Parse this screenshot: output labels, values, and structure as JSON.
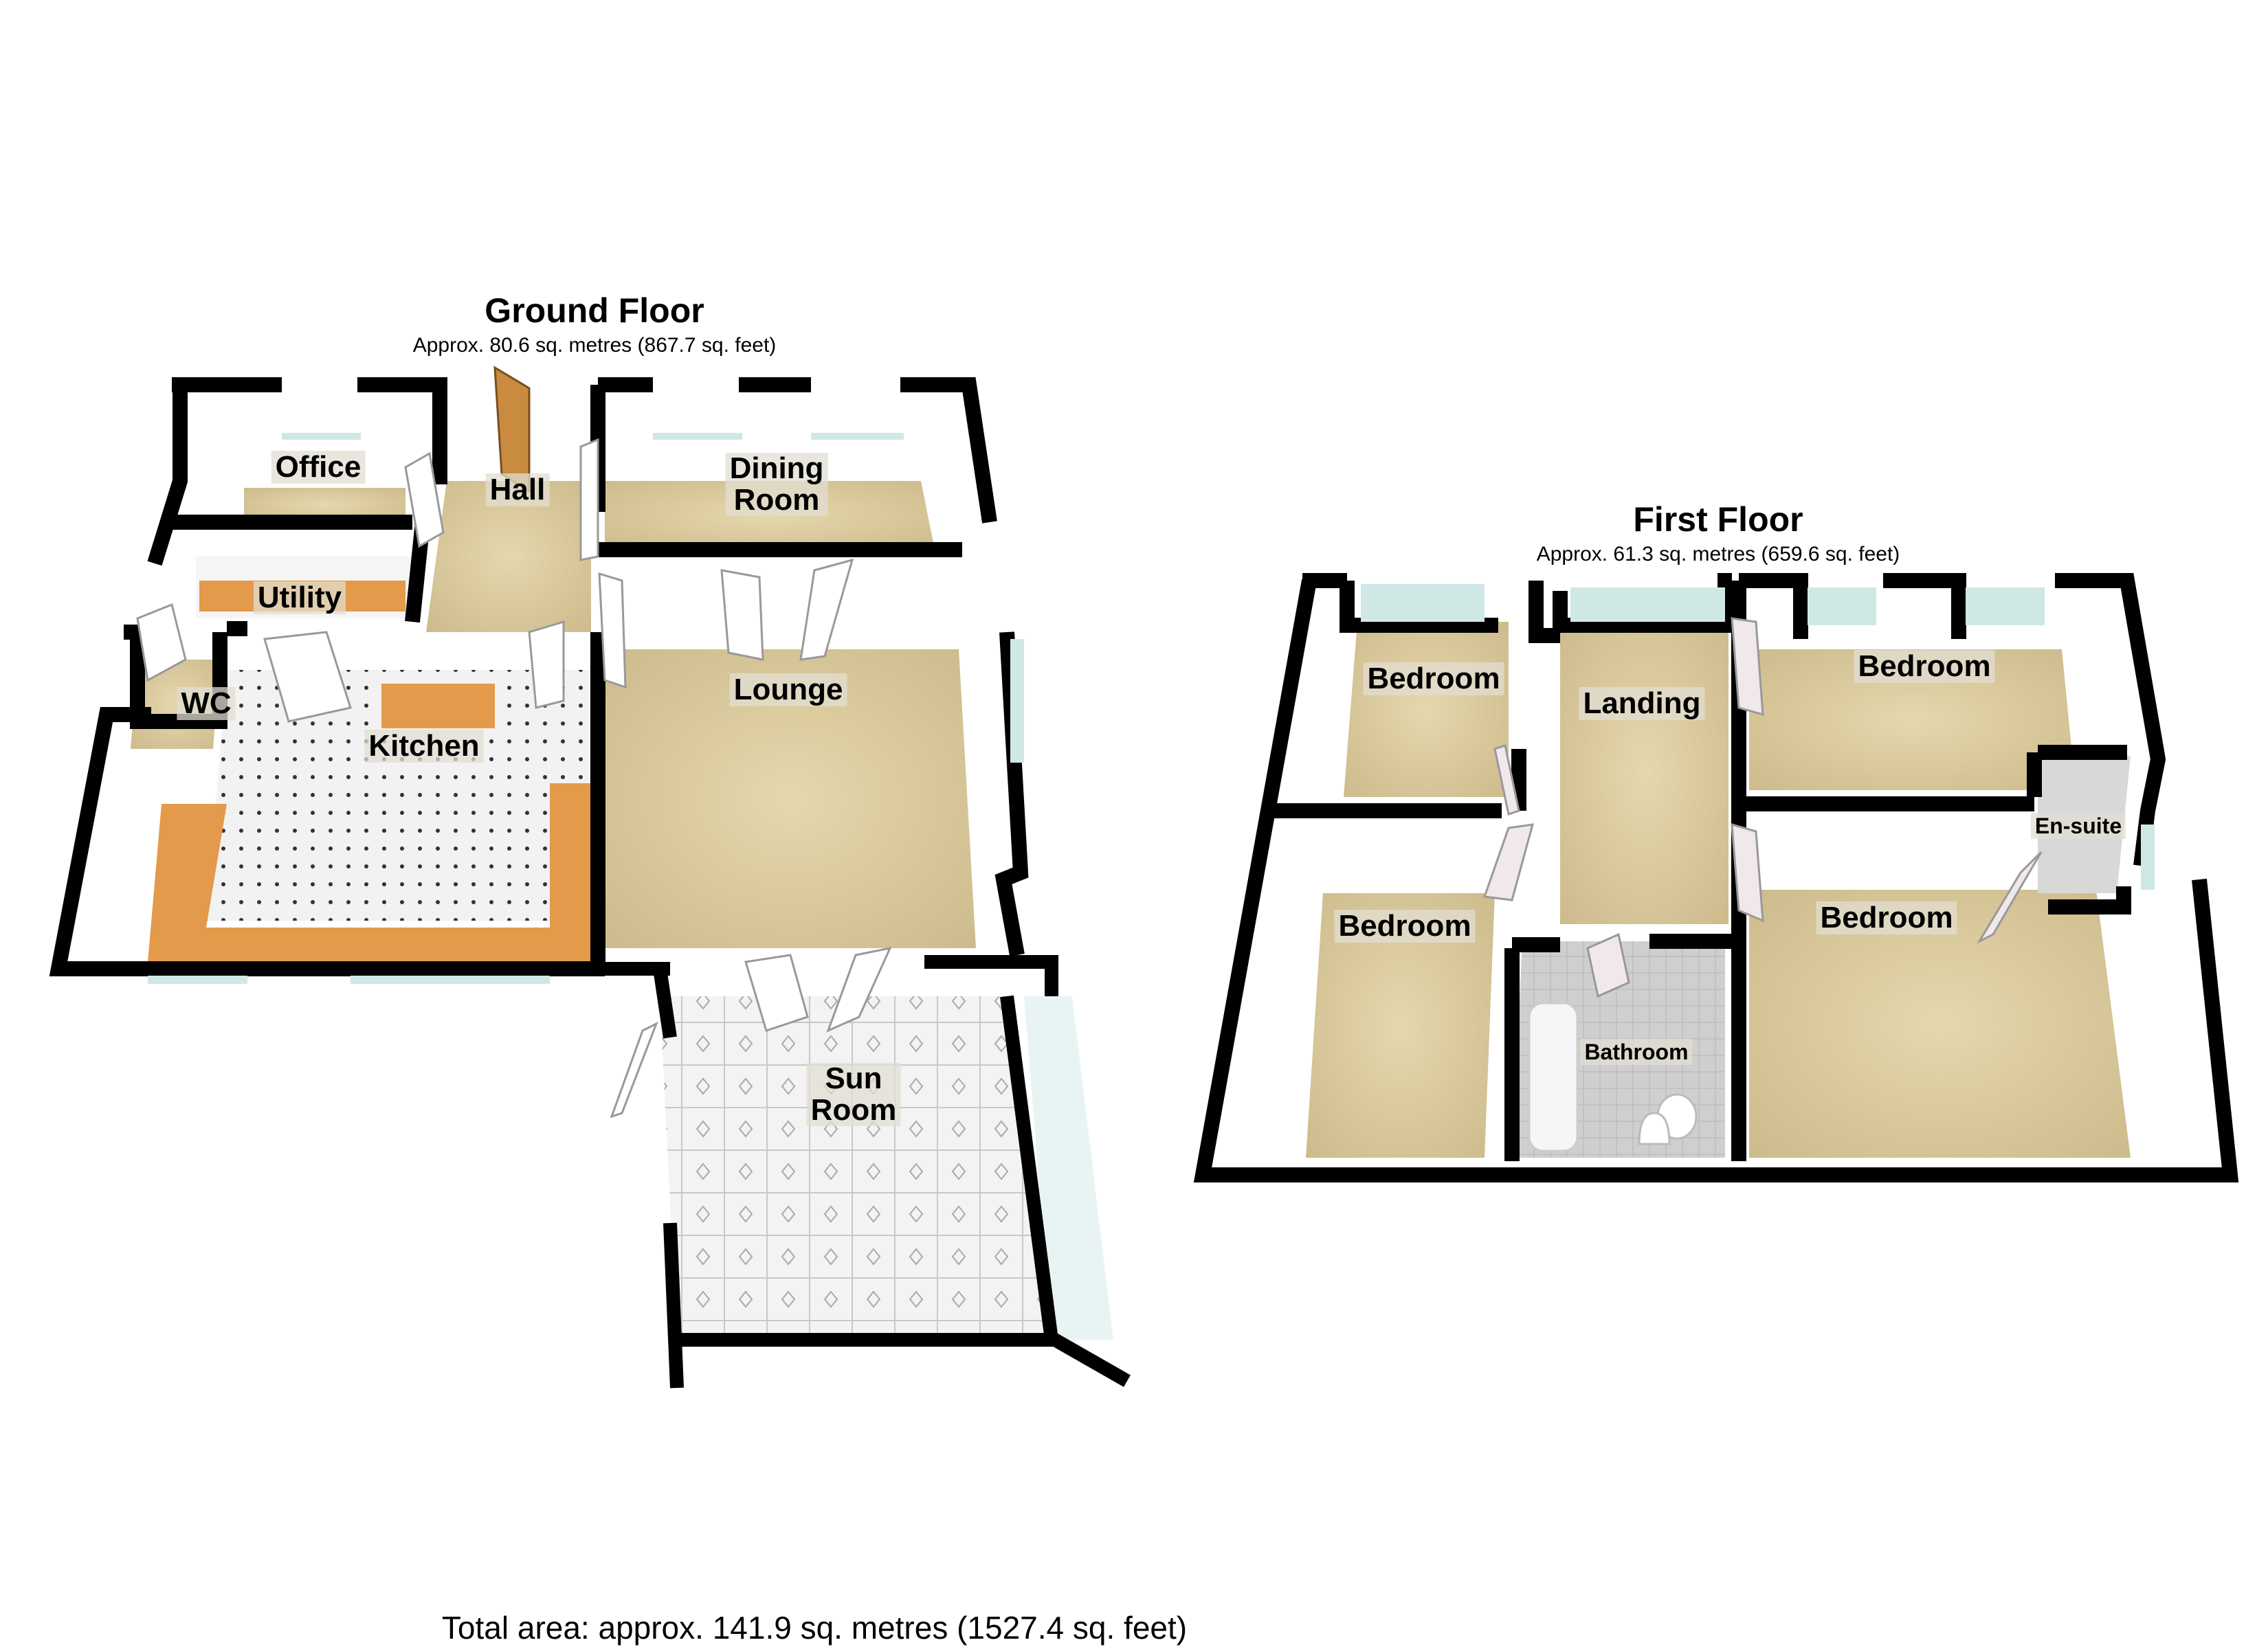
{
  "ground_floor": {
    "title": "Ground Floor",
    "area": "Approx. 80.6 sq. metres (867.7 sq. feet)",
    "rooms": {
      "office": "Office",
      "hall": "Hall",
      "dining_line1": "Dining",
      "dining_line2": "Room",
      "utility": "Utility",
      "wc": "WC",
      "kitchen": "Kitchen",
      "lounge": "Lounge",
      "sun_line1": "Sun",
      "sun_line2": "Room"
    }
  },
  "first_floor": {
    "title": "First Floor",
    "area": "Approx. 61.3 sq. metres (659.6 sq. feet)",
    "rooms": {
      "bedroom_nw": "Bedroom",
      "landing": "Landing",
      "bedroom_ne": "Bedroom",
      "ensuite": "En-suite",
      "bedroom_sw": "Bedroom",
      "bedroom_se": "Bedroom",
      "bathroom": "Bathroom"
    }
  },
  "total_area": "Total area: approx. 141.9 sq. metres (1527.4 sq. feet)",
  "colors": {
    "carpet": "#d9c9a0",
    "wall": "#000000",
    "wall_inner": "#ffffff",
    "worktop": "#e39a4a",
    "tile": "#eeeeee",
    "window": "#cfe8e6"
  }
}
